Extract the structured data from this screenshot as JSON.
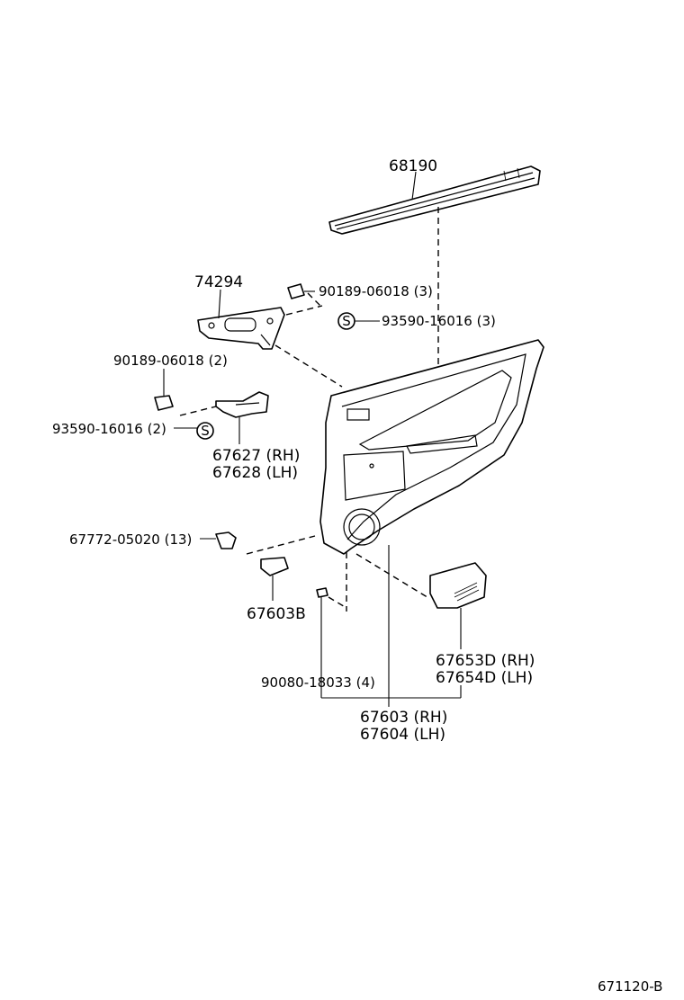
{
  "diagram_code": "671120-B",
  "parts": {
    "moulding": "68190",
    "bracket": "74294",
    "clip_upper": "90189-06018 (3)",
    "screw_upper": "93590-16016 (3)",
    "clip_left": "90189-06018 (2)",
    "screw_left": "93590-16016 (2)",
    "handle_rh": "67627 (RH)",
    "handle_lh": "67628 (LH)",
    "clip_13": "67772-05020 (13)",
    "part_67603b": "67603B",
    "nut": "90080-18033 (4)",
    "cover_rh": "67653D (RH)",
    "cover_lh": "67654D (LH)",
    "panel_rh": "67603 (RH)",
    "panel_lh": "67604 (LH)"
  },
  "symbols": {
    "screw_symbol": "S"
  }
}
